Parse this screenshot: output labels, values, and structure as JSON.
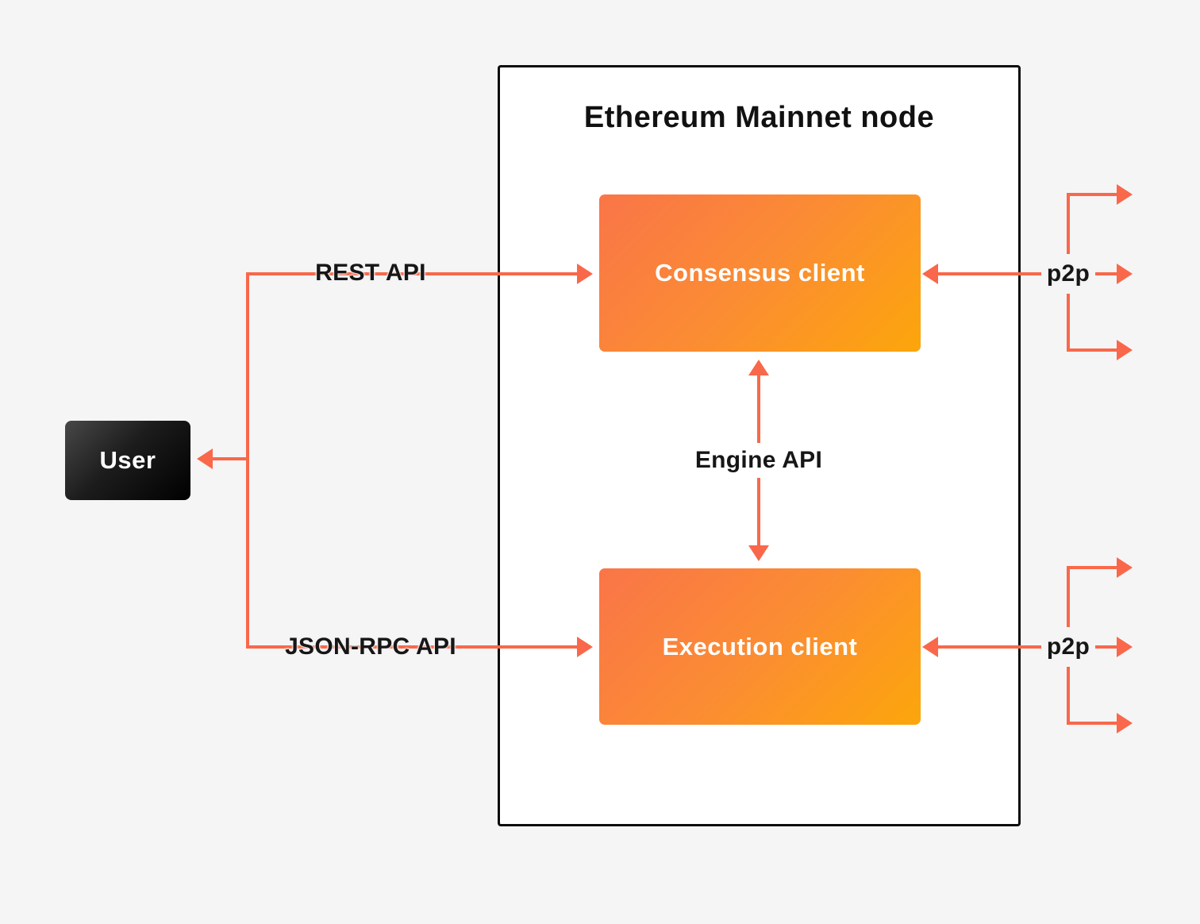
{
  "page": {
    "background": "#f5f5f6",
    "accent": "#f9684a"
  },
  "node_box": {
    "title": "Ethereum Mainnet node"
  },
  "consensus_box": {
    "label": "Consensus client"
  },
  "execution_box": {
    "label": "Execution client"
  },
  "user_box": {
    "label": "User"
  },
  "edges": {
    "rest_api_label": "REST API",
    "json_rpc_label": "JSON-RPC API",
    "engine_api_label": "Engine API",
    "p2p_consensus_label": "p2p",
    "p2p_execution_label": "p2p"
  },
  "colors": {
    "accent": "#f9684a",
    "client_gradient_start": "#fa7548",
    "client_gradient_end": "#fca60b",
    "node_border": "#0c0c0c",
    "user_box_fill": "#000000",
    "title_text": "#111111",
    "label_text": "#161616",
    "box_label_text": "#ffffff"
  }
}
